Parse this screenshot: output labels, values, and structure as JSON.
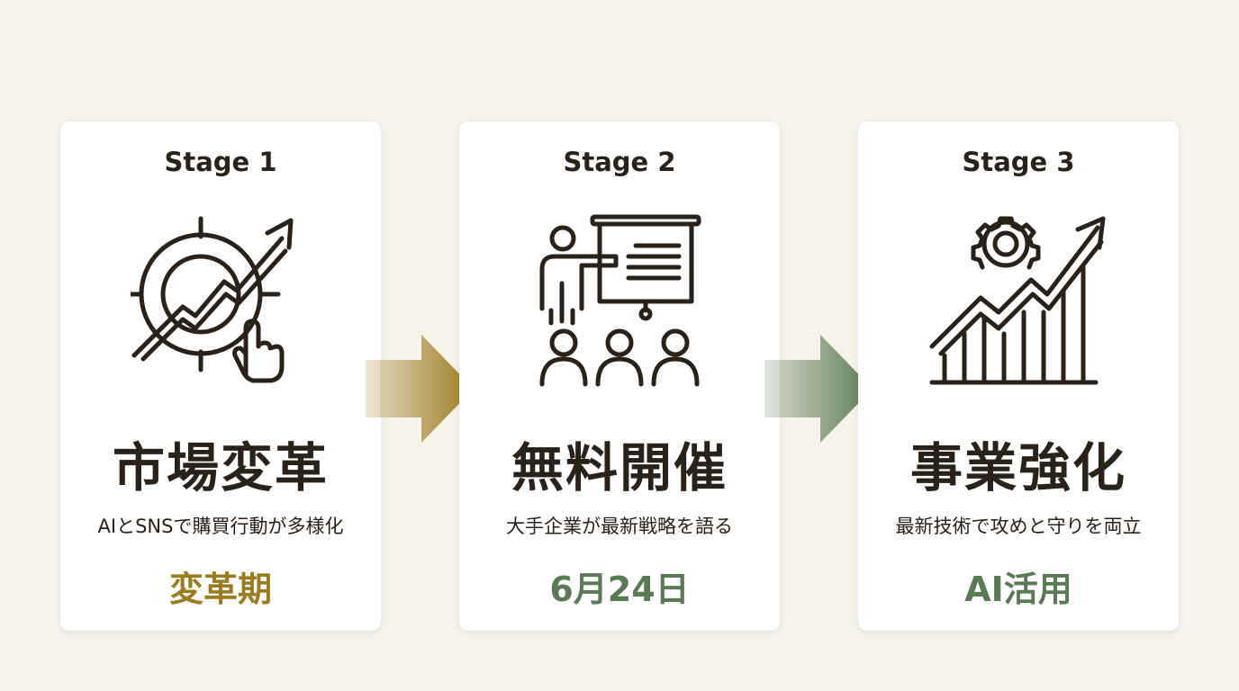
{
  "stages": [
    {
      "stage_label": "Stage 1",
      "title": "市場変革",
      "description": "AIとSNSで購買行動が多様化",
      "tag": "変革期",
      "tag_color": "#9a7b1f",
      "icon": "target-growth-arrow-icon"
    },
    {
      "stage_label": "Stage 2",
      "title": "無料開催",
      "description": "大手企業が最新戦略を語る",
      "tag": "6月24日",
      "tag_color": "#5a7a55",
      "icon": "presentation-audience-icon"
    },
    {
      "stage_label": "Stage 3",
      "title": "事業強化",
      "description": "最新技術で攻めと守りを両立",
      "tag": "AI活用",
      "tag_color": "#5a7a55",
      "icon": "gear-growth-chart-icon"
    }
  ],
  "connectors": [
    {
      "icon": "right-arrow-icon",
      "color": "#9a7b1f"
    },
    {
      "icon": "right-arrow-icon",
      "color": "#5a7a55"
    }
  ],
  "colors": {
    "background": "#f6f3ea",
    "card": "#ffffff",
    "text": "#2a2118",
    "gold_accent": "#9a7b1f",
    "green_accent": "#5a7a55"
  }
}
